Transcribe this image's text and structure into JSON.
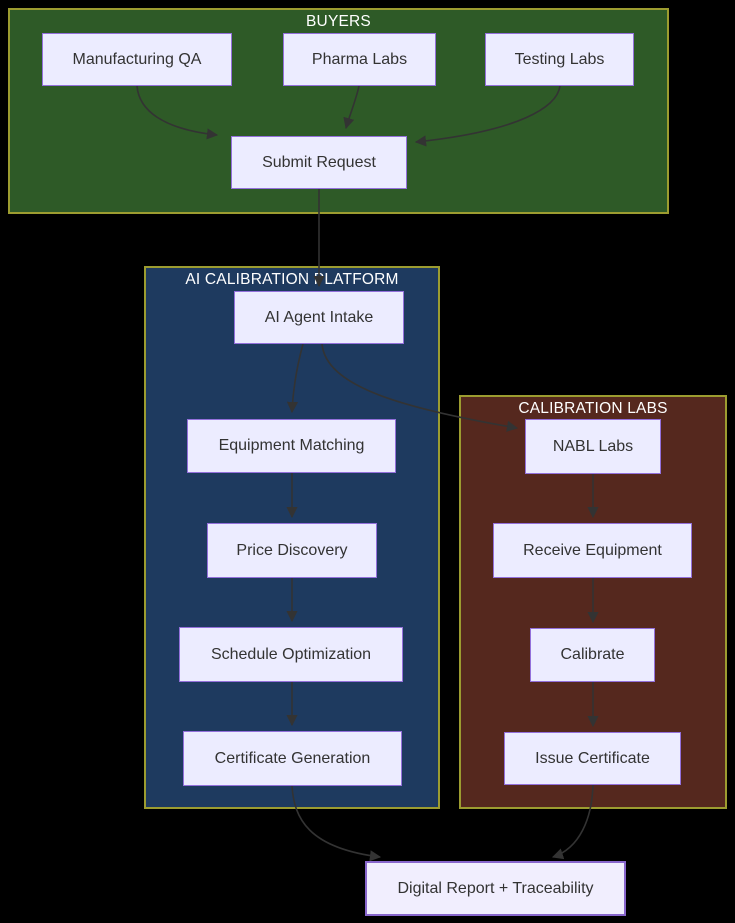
{
  "diagram_type": "flowchart",
  "palette": {
    "page_background": "#000000",
    "cluster_border": "#9c9c30",
    "buyers_fill": "#2e5a27",
    "platform_fill": "#1e3a5f",
    "labs_fill": "#55281e",
    "node_fill": "#ececff",
    "node_border": "#9370db",
    "final_node_border": "#8866cc",
    "edge_color": "#333333",
    "cluster_title_color": "#ffffff",
    "node_text_color": "#333333"
  },
  "clusters": {
    "buyers": {
      "title": "BUYERS"
    },
    "platform": {
      "title": "AI CALIBRATION PLATFORM"
    },
    "labs": {
      "title": "CALIBRATION LABS"
    }
  },
  "nodes": {
    "manufacturing_qa": {
      "label": "Manufacturing QA",
      "cluster": "buyers"
    },
    "pharma_labs": {
      "label": "Pharma Labs",
      "cluster": "buyers"
    },
    "testing_labs": {
      "label": "Testing Labs",
      "cluster": "buyers"
    },
    "submit_request": {
      "label": "Submit Request",
      "cluster": "buyers"
    },
    "ai_agent_intake": {
      "label": "AI Agent Intake",
      "cluster": "platform"
    },
    "equipment_matching": {
      "label": "Equipment Matching",
      "cluster": "platform"
    },
    "price_discovery": {
      "label": "Price Discovery",
      "cluster": "platform"
    },
    "schedule_optimization": {
      "label": "Schedule Optimization",
      "cluster": "platform"
    },
    "certificate_generation": {
      "label": "Certificate Generation",
      "cluster": "platform"
    },
    "nabl_labs": {
      "label": "NABL Labs",
      "cluster": "labs"
    },
    "receive_equipment": {
      "label": "Receive Equipment",
      "cluster": "labs"
    },
    "calibrate": {
      "label": "Calibrate",
      "cluster": "labs"
    },
    "issue_certificate": {
      "label": "Issue Certificate",
      "cluster": "labs"
    },
    "digital_report": {
      "label": "Digital Report + Traceability",
      "cluster": null
    }
  },
  "edges": [
    {
      "from": "manufacturing_qa",
      "to": "submit_request"
    },
    {
      "from": "pharma_labs",
      "to": "submit_request"
    },
    {
      "from": "testing_labs",
      "to": "submit_request"
    },
    {
      "from": "submit_request",
      "to": "ai_agent_intake"
    },
    {
      "from": "ai_agent_intake",
      "to": "equipment_matching"
    },
    {
      "from": "ai_agent_intake",
      "to": "nabl_labs"
    },
    {
      "from": "equipment_matching",
      "to": "price_discovery"
    },
    {
      "from": "price_discovery",
      "to": "schedule_optimization"
    },
    {
      "from": "schedule_optimization",
      "to": "certificate_generation"
    },
    {
      "from": "certificate_generation",
      "to": "digital_report"
    },
    {
      "from": "nabl_labs",
      "to": "receive_equipment"
    },
    {
      "from": "receive_equipment",
      "to": "calibrate"
    },
    {
      "from": "calibrate",
      "to": "issue_certificate"
    },
    {
      "from": "issue_certificate",
      "to": "digital_report"
    }
  ]
}
